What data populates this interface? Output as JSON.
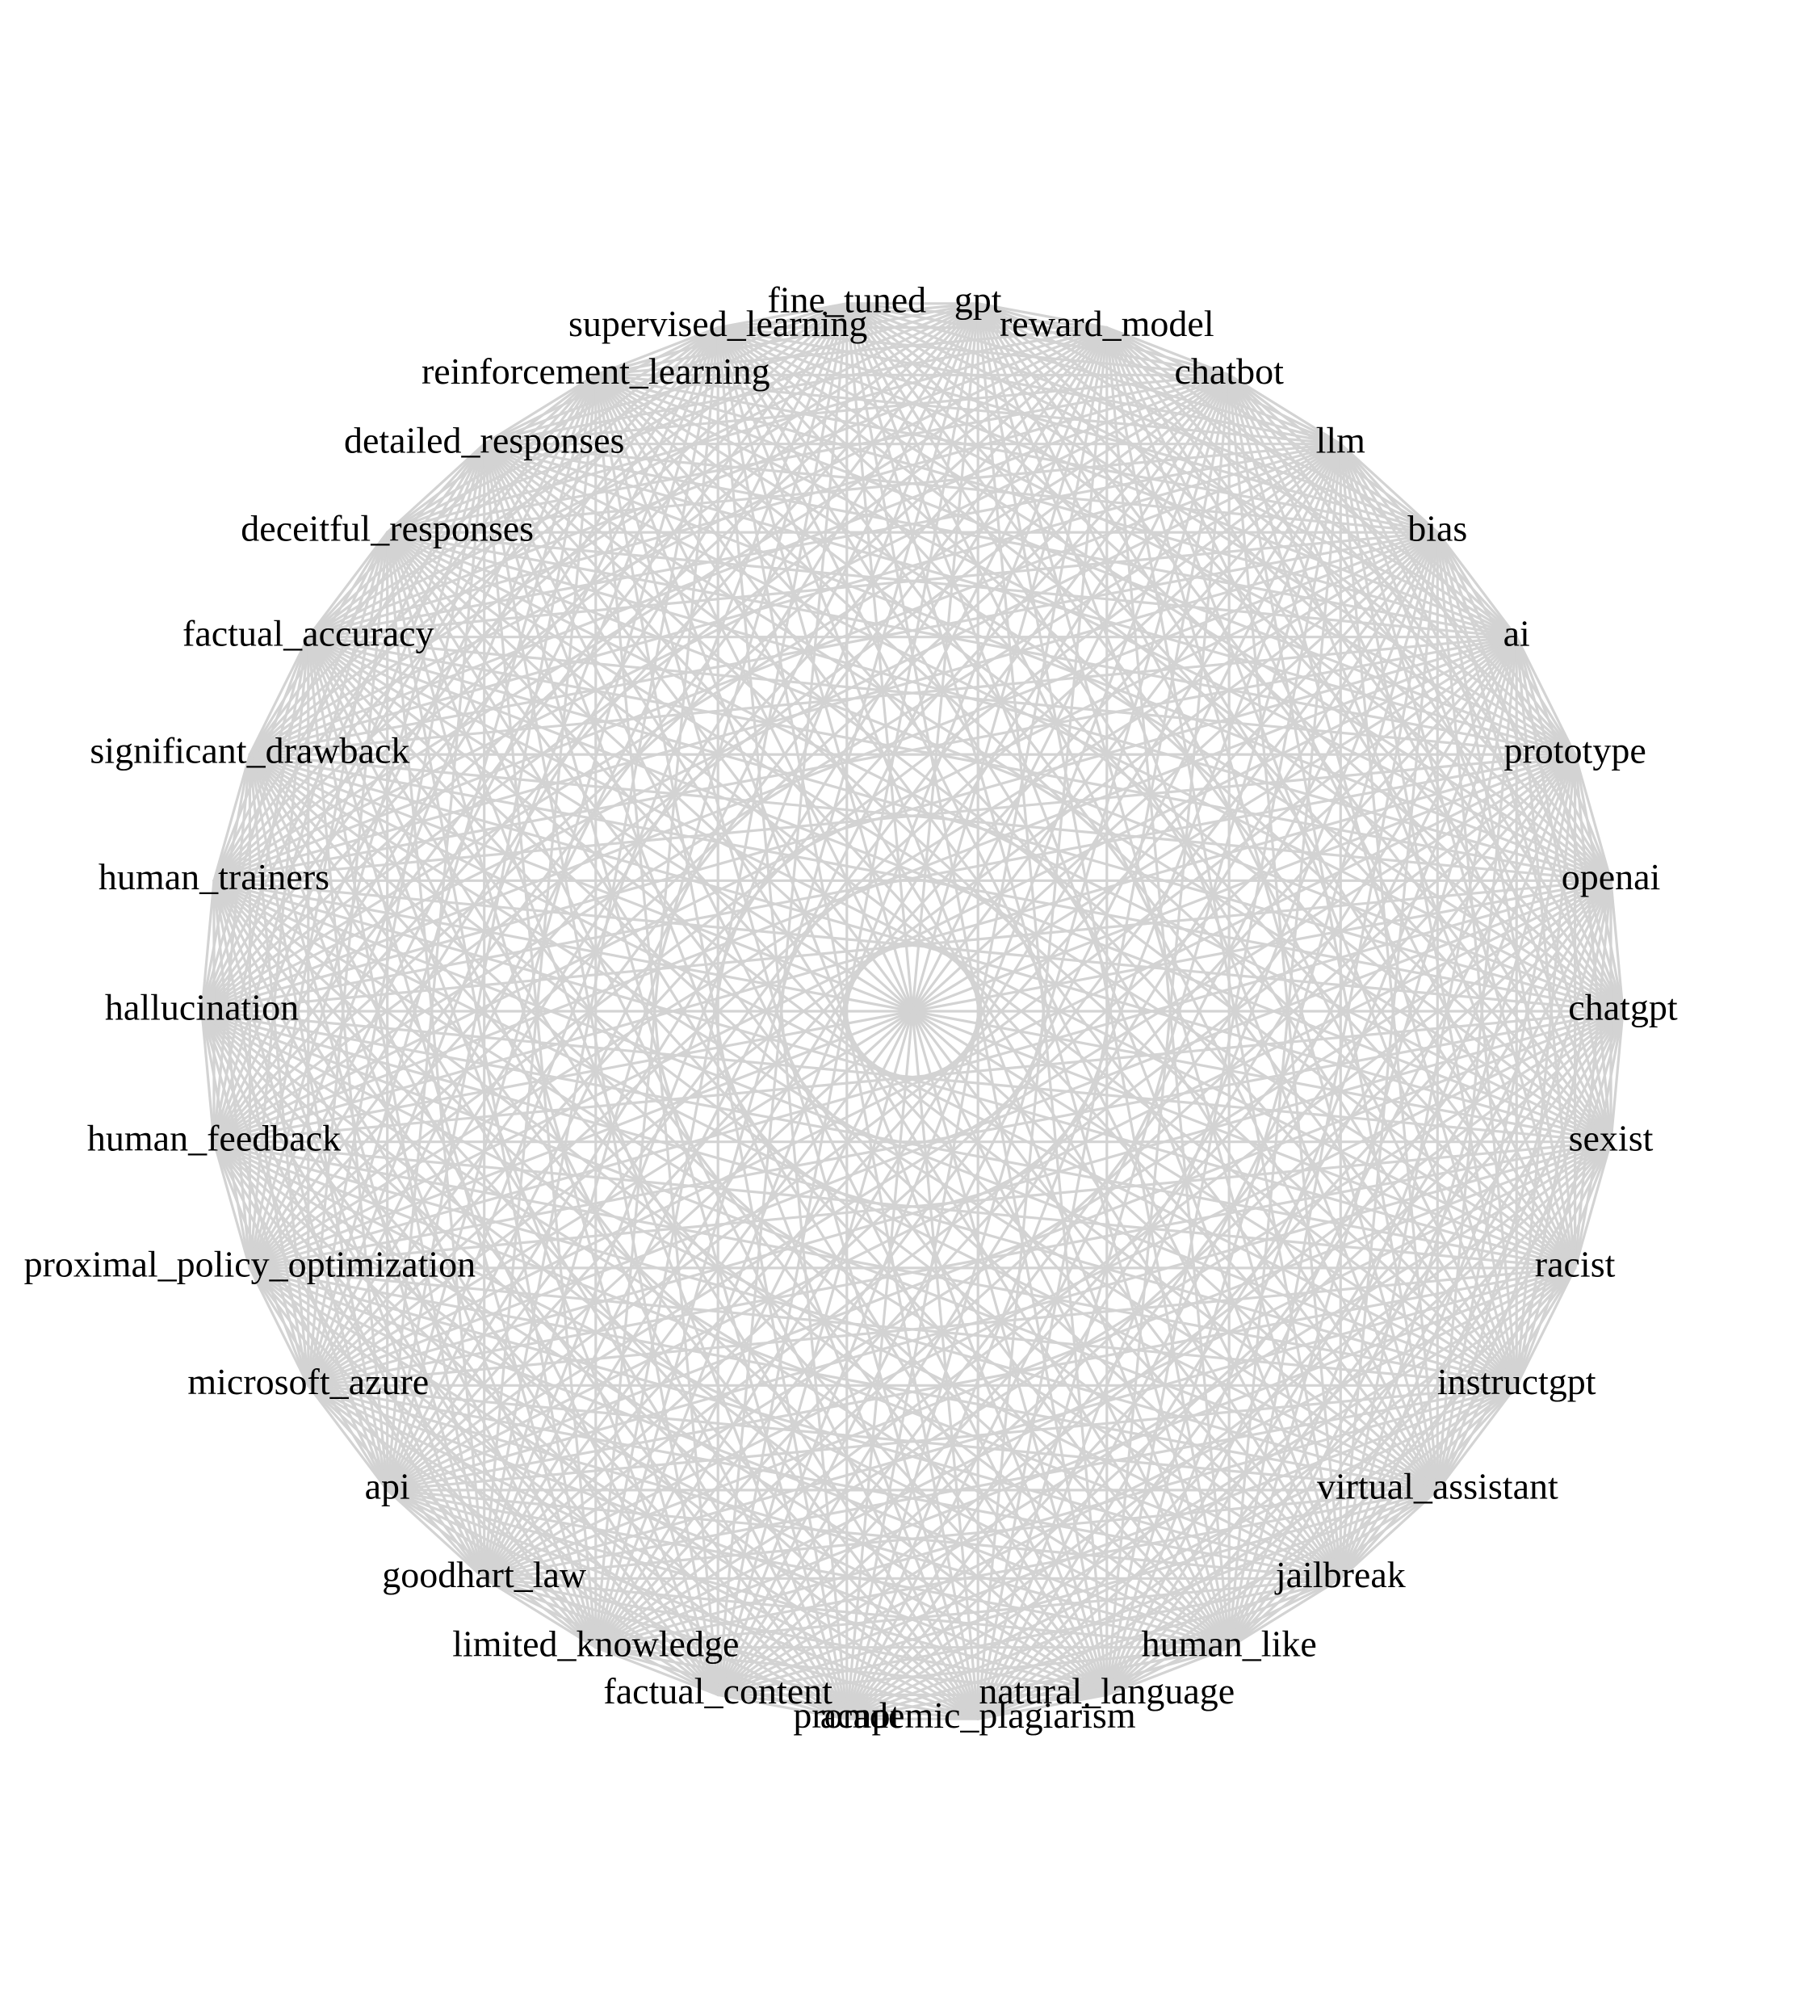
{
  "diagram": {
    "type": "complete-graph-circular-layout",
    "colors": {
      "background": "#ffffff",
      "edge": "#d3d3d3",
      "label": "#000000"
    },
    "nodes": [
      "chatgpt",
      "openai",
      "prototype",
      "ai",
      "bias",
      "llm",
      "chatbot",
      "reward_model",
      "gpt",
      "fine_tuned",
      "supervised_learning",
      "reinforcement_learning",
      "detailed_responses",
      "deceitful_responses",
      "factual_accuracy",
      "significant_drawback",
      "human_trainers",
      "hallucination",
      "human_feedback",
      "proximal_policy_optimization",
      "microsoft_azure",
      "api",
      "goodhart_law",
      "limited_knowledge",
      "factual_content",
      "prompt",
      "academic_plagiarism",
      "natural_language",
      "human_like",
      "jailbreak",
      "virtual_assistant",
      "instructgpt",
      "racist",
      "sexist"
    ]
  }
}
